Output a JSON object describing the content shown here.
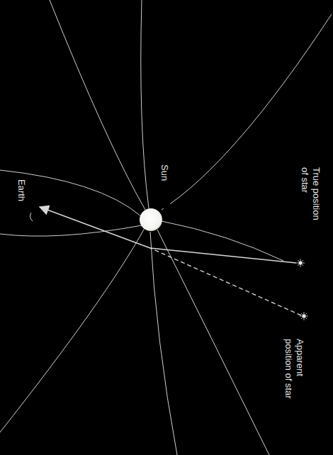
{
  "diagram": {
    "labels": [
      "True position of star",
      "Sun",
      "Earth",
      "Apparent position of star"
    ]
  }
}
